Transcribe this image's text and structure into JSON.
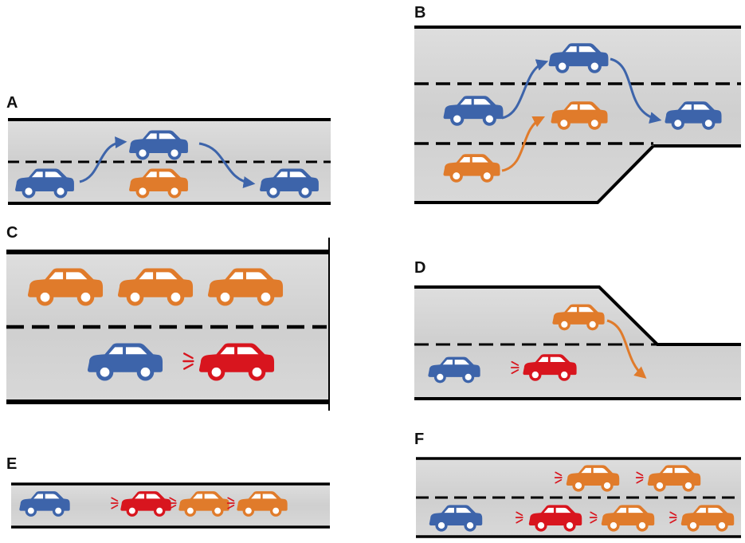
{
  "colors": {
    "road": "#d6d6d6",
    "road_edge": "#000000",
    "lane_marking": "#000000",
    "blue_car": "#3d64aa",
    "orange_car": "#e07b2b",
    "red_car": "#d8151e",
    "arrow_blue": "#3d64aa",
    "arrow_orange": "#e07b2b",
    "brake_lights": "#d8151e"
  },
  "legend_car_types": [
    "blue-car",
    "orange-car",
    "red-car-braking"
  ],
  "panels": {
    "A": {
      "label": "A"
    },
    "B": {
      "label": "B"
    },
    "C": {
      "label": "C"
    },
    "D": {
      "label": "D"
    },
    "E": {
      "label": "E"
    },
    "F": {
      "label": "F"
    }
  }
}
